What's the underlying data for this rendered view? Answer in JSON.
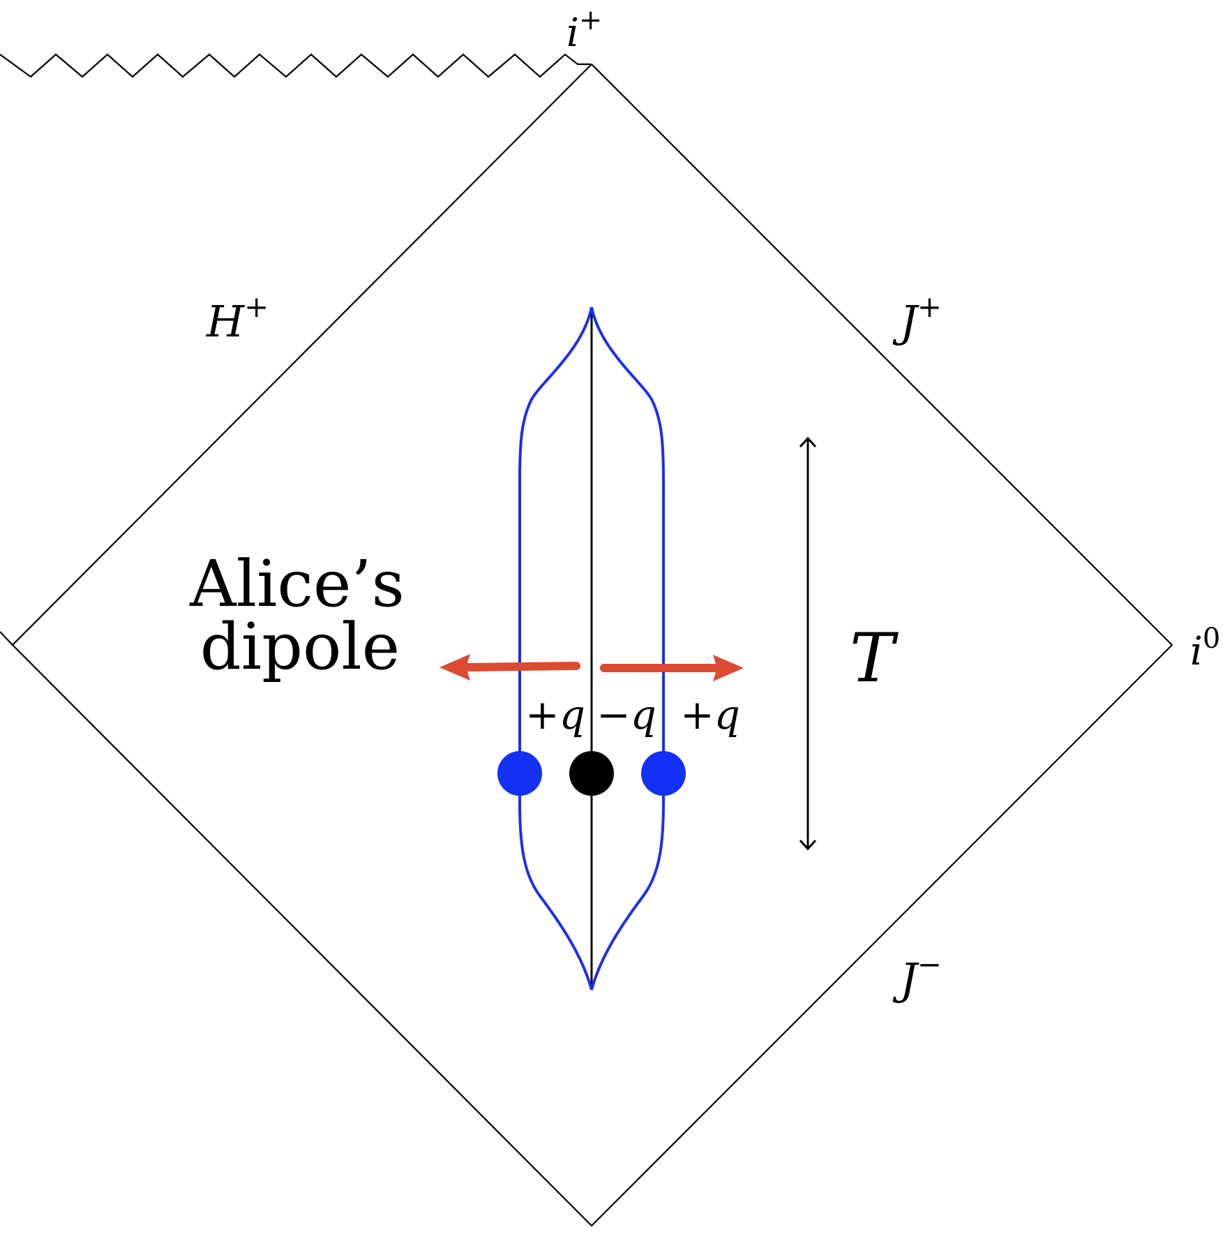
{
  "labels": {
    "i_plus": {
      "base": "i",
      "sup": "+"
    },
    "i_zero": {
      "base": "i",
      "sup": "0"
    },
    "horizon": {
      "base": "H",
      "sup": "+"
    },
    "scri_plus": {
      "base": "J",
      "sup": "+"
    },
    "scri_minus": {
      "base": "J",
      "sup": "−"
    },
    "time_T": "T",
    "dipole_line1": "Alice’s",
    "dipole_line2": "dipole",
    "charge_left": "+q",
    "charge_center": "−q",
    "charge_right": "+q"
  },
  "colors": {
    "outline": "#000000",
    "worldline_outer": "#1a2ff0",
    "worldline_center": "#000000",
    "arrow_red": "#dc4a32",
    "charge_positive": "#1430f5",
    "charge_negative": "#000000"
  }
}
